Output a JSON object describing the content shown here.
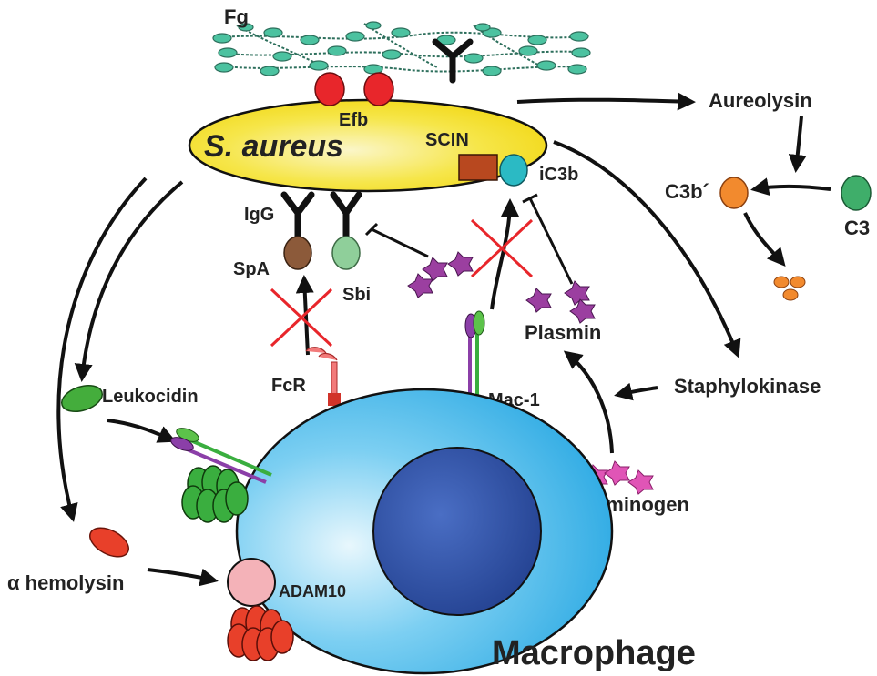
{
  "labels": {
    "fg": "Fg",
    "efb": "Efb",
    "s_aureus": "S. aureus",
    "scin": "SCIN",
    "ic3b": "iC3b",
    "aureolysin": "Aureolysin",
    "c3b_prime": "C3b´",
    "c3": "C3",
    "igg": "IgG",
    "spa": "SpA",
    "sbi": "Sbi",
    "plasmin": "Plasmin",
    "staphylokinase": "Staphylokinase",
    "fcr": "FcR",
    "mac1": "Mac-1",
    "leukocidin": "Leukocidin",
    "alpha_hemolysin": "α hemolysin",
    "adam10": "ADAM10",
    "plasminogen": "Plasminogen",
    "macrophage": "Macrophage"
  },
  "colors": {
    "bacterium": "#f5e23a",
    "macrophage": "#38b6ea",
    "nucleus": "#2c4fa3",
    "efb": "#e8262b",
    "fibrinogen": "#4cc2a0",
    "scin": "#b8481f",
    "ic3b": "#2bbac4",
    "c3b": "#f28a2e",
    "c3": "#3fae6a",
    "spa": "#8c5a3a",
    "sbi": "#8fcf9a",
    "plasmin": "#9b3fa0",
    "plasminogen": "#e055b6",
    "leukocidin": "#44ad3c",
    "hemolysin": "#e8402a",
    "adam10": "#f4b2b8",
    "inhibit_cross": "#e8262b"
  }
}
